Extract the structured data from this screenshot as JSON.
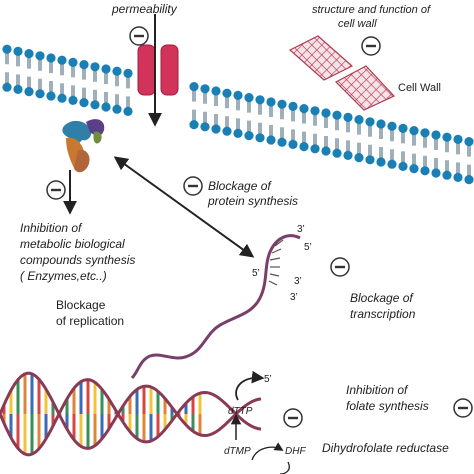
{
  "labels": {
    "permeability": "permeability",
    "cell_wall_fn_line1": "structure and function of",
    "cell_wall_fn_line2": "cell wall",
    "cell_wall": "Cell Wall",
    "protein_line1": "Blockage of",
    "protein_line2": "protein synthesis",
    "metabolic_line1": "Inhibition of",
    "metabolic_line2": "metabolic biological",
    "metabolic_line3": "compounds synthesis",
    "metabolic_line4": "( Enzymes,etc..)",
    "replication_line1": "Blockage",
    "replication_line2": "of replication",
    "transcription_line1": "Blockage of",
    "transcription_line2": "transcription",
    "folate_line1": "Inhibition of",
    "folate_line2": "folate synthesis",
    "dhfr": "Dihydrofolate reductase",
    "dttp": "dTTP",
    "dtmp": "dTMP",
    "dhf": "DHF",
    "three_prime": "3’",
    "five_prime": "5’",
    "minus": "−"
  },
  "colors": {
    "membrane": "#1a7fb5",
    "channel": "#d2335a",
    "wall_mesh": "#b03a52",
    "rna": "#7a3e6a",
    "dna": "#8a3a55",
    "arrow": "#222222"
  }
}
